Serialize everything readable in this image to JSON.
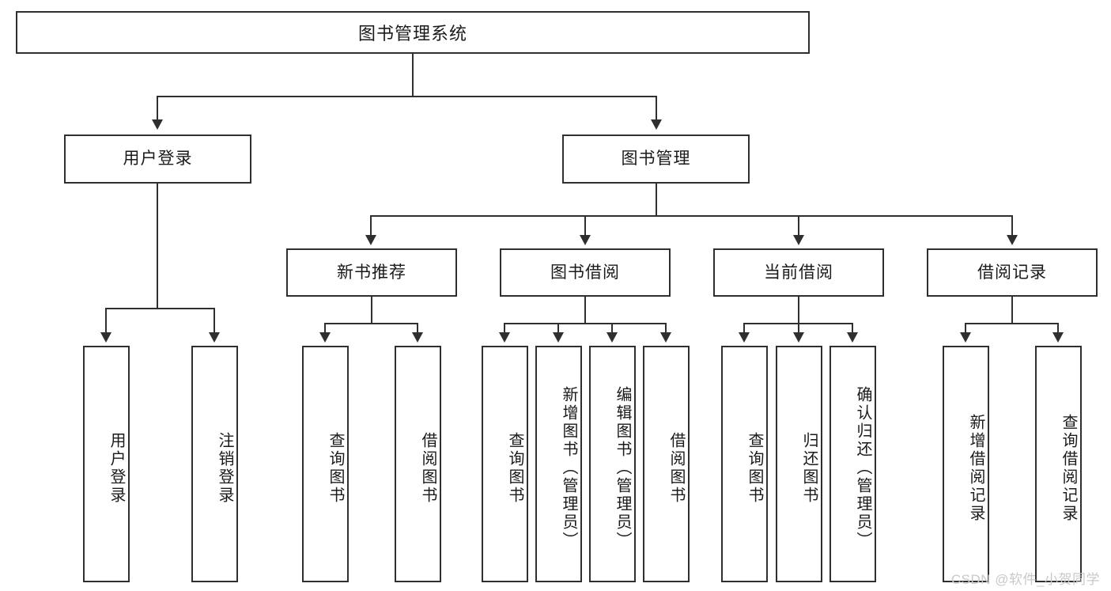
{
  "diagram": {
    "title": "图书管理系统",
    "type": "tree-hierarchy",
    "watermark": "CSDN @软件_小贺同学",
    "colors": {
      "box_border": "#2f2f2f",
      "box_fill": "#ffffff",
      "connector": "#2f2f2f",
      "text": "#1a1a1a",
      "watermark": "#c9c9c9",
      "background": "#ffffff"
    }
  },
  "nodes": {
    "root": {
      "label": "图书管理系统",
      "level": 1
    },
    "level2": [
      {
        "id": "user-login",
        "label": "用户登录"
      },
      {
        "id": "book-management",
        "label": "图书管理"
      }
    ],
    "level3": [
      {
        "id": "new-book-recommend",
        "label": "新书推荐",
        "parent": "book-management"
      },
      {
        "id": "book-borrow",
        "label": "图书借阅",
        "parent": "book-management"
      },
      {
        "id": "current-borrow",
        "label": "当前借阅",
        "parent": "book-management"
      },
      {
        "id": "borrow-record",
        "label": "借阅记录",
        "parent": "book-management"
      }
    ],
    "leaves": {
      "user-login": [
        {
          "id": "leaf-user-login",
          "label": "用户登录"
        },
        {
          "id": "leaf-user-logout",
          "label": "注销登录"
        }
      ],
      "new-book-recommend": [
        {
          "id": "leaf-query-book-1",
          "label": "查询图书"
        },
        {
          "id": "leaf-borrow-book-1",
          "label": "借阅图书"
        }
      ],
      "book-borrow": [
        {
          "id": "leaf-query-book-2",
          "label": "查询图书"
        },
        {
          "id": "leaf-add-book",
          "label": "新增图书（管理员）"
        },
        {
          "id": "leaf-edit-book",
          "label": "编辑图书（管理员）"
        },
        {
          "id": "leaf-borrow-book-2",
          "label": "借阅图书"
        }
      ],
      "current-borrow": [
        {
          "id": "leaf-query-book-3",
          "label": "查询图书"
        },
        {
          "id": "leaf-return-book",
          "label": "归还图书"
        },
        {
          "id": "leaf-confirm-return",
          "label": "确认归还（管理员）"
        }
      ],
      "borrow-record": [
        {
          "id": "leaf-add-record",
          "label": "新增借阅记录"
        },
        {
          "id": "leaf-query-record",
          "label": "查询借阅记录"
        }
      ]
    }
  }
}
